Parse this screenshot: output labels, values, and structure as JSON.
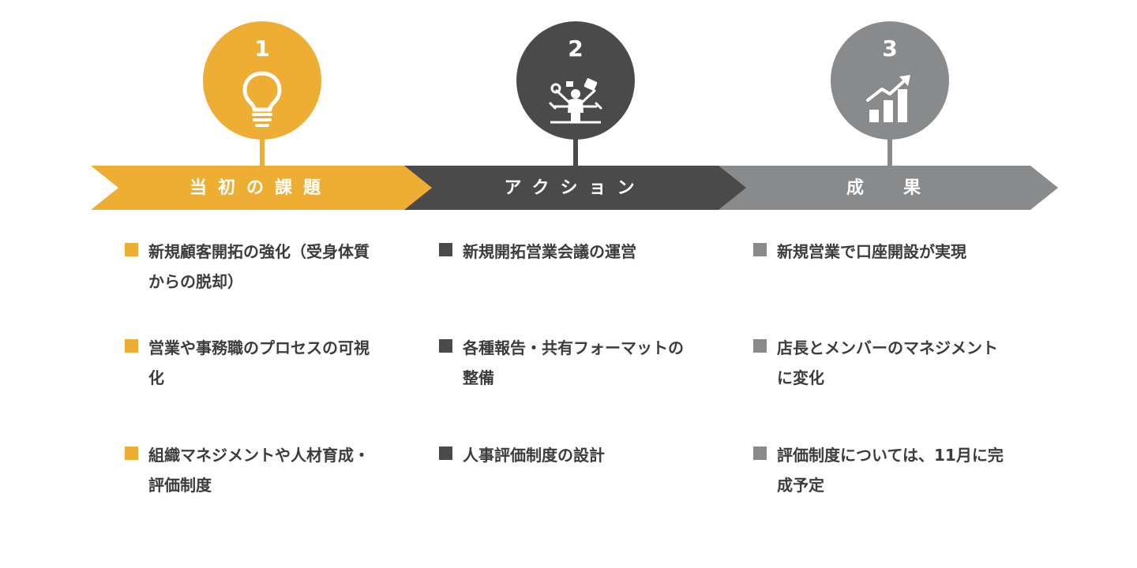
{
  "colors": {
    "stage1": "#EDAE33",
    "stage2": "#4A4A4A",
    "stage3": "#888A8C",
    "text": "#3C3C3C"
  },
  "stages": [
    {
      "number": "1",
      "icon": "lightbulb-icon",
      "label": "当初の課題",
      "items": [
        "新規顧客開拓の強化（受身体質からの脱却）",
        "営業や事務職のプロセスの可視化",
        "組織マネジメントや人材育成・評価制度"
      ]
    },
    {
      "number": "2",
      "icon": "multitasking-person-icon",
      "label": "アクション",
      "items": [
        "新規開拓営業会議の運営",
        "各種報告・共有フォーマットの整備",
        "人事評価制度の設計"
      ]
    },
    {
      "number": "3",
      "icon": "growth-chart-icon",
      "label": "成　果",
      "items": [
        "新規営業で口座開設が実現",
        "店長とメンバーのマネジメントに変化",
        "評価制度については、11月に完成予定"
      ]
    }
  ]
}
